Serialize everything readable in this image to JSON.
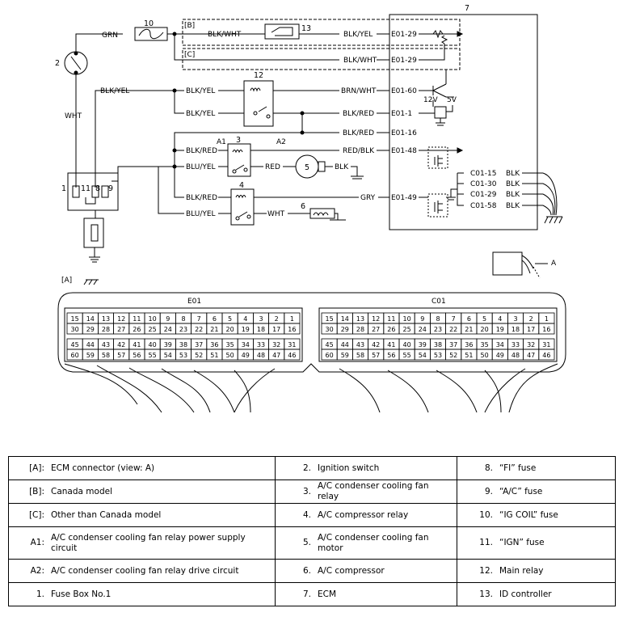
{
  "diagram": {
    "wire_labels": {
      "grn": "GRN",
      "wht": "WHT",
      "blk_yel": "BLK/YEL",
      "blk_wht": "BLK/WHT",
      "brn_wht": "BRN/WHT",
      "blk_red": "BLK/RED",
      "red_blk": "RED/BLK",
      "blu_yel": "BLU/YEL",
      "red": "RED",
      "blk": "BLK",
      "gry": "GRY"
    },
    "terminals": {
      "e01_29": "E01-29",
      "e01_60": "E01-60",
      "e01_1": "E01-1",
      "e01_16": "E01-16",
      "e01_48": "E01-48",
      "e01_49": "E01-49",
      "c01_15": "C01-15",
      "c01_30": "C01-30",
      "c01_29": "C01-29",
      "c01_58": "C01-58"
    },
    "callouts": {
      "b": "[B]",
      "c": "[C]",
      "a": "[A]",
      "a1": "A1",
      "a2": "A2",
      "a_view": "A",
      "n1": "1",
      "n2": "2",
      "n3": "3",
      "n4": "4",
      "n5": "5",
      "n6": "6",
      "n7": "7",
      "n8": "8",
      "n9": "9",
      "n10": "10",
      "n11": "11",
      "n12": "12",
      "n13": "13"
    },
    "volt": {
      "v12": "12V",
      "v5": "5V"
    },
    "connectors": [
      {
        "name": "E01",
        "rows": [
          [
            "15",
            "14",
            "13",
            "12",
            "11",
            "10",
            "9",
            "8",
            "7",
            "6",
            "5",
            "4",
            "3",
            "2",
            "1"
          ],
          [
            "30",
            "29",
            "28",
            "27",
            "26",
            "25",
            "24",
            "23",
            "22",
            "21",
            "20",
            "19",
            "18",
            "17",
            "16"
          ],
          [
            "45",
            "44",
            "43",
            "42",
            "41",
            "40",
            "39",
            "38",
            "37",
            "36",
            "35",
            "34",
            "33",
            "32",
            "31"
          ],
          [
            "60",
            "59",
            "58",
            "57",
            "56",
            "55",
            "54",
            "53",
            "52",
            "51",
            "50",
            "49",
            "48",
            "47",
            "46"
          ]
        ]
      },
      {
        "name": "C01",
        "rows": [
          [
            "15",
            "14",
            "13",
            "12",
            "11",
            "10",
            "9",
            "8",
            "7",
            "6",
            "5",
            "4",
            "3",
            "2",
            "1"
          ],
          [
            "30",
            "29",
            "28",
            "27",
            "26",
            "25",
            "24",
            "23",
            "22",
            "21",
            "20",
            "19",
            "18",
            "17",
            "16"
          ],
          [
            "45",
            "44",
            "43",
            "42",
            "41",
            "40",
            "39",
            "38",
            "37",
            "36",
            "35",
            "34",
            "33",
            "32",
            "31"
          ],
          [
            "60",
            "59",
            "58",
            "57",
            "56",
            "55",
            "54",
            "53",
            "52",
            "51",
            "50",
            "49",
            "48",
            "47",
            "46"
          ]
        ]
      }
    ]
  },
  "legend": [
    [
      {
        "code": "[A]:",
        "desc": "ECM connector (view: A)"
      },
      {
        "code": "2.",
        "desc": "Ignition switch"
      },
      {
        "code": "8.",
        "desc": "“FI” fuse"
      }
    ],
    [
      {
        "code": "[B]:",
        "desc": "Canada model"
      },
      {
        "code": "3.",
        "desc": "A/C condenser cooling fan relay"
      },
      {
        "code": "9.",
        "desc": "“A/C” fuse"
      }
    ],
    [
      {
        "code": "[C]:",
        "desc": "Other than Canada model"
      },
      {
        "code": "4.",
        "desc": "A/C compressor relay"
      },
      {
        "code": "10.",
        "desc": "“IG COIL” fuse"
      }
    ],
    [
      {
        "code": "A1:",
        "desc": "A/C condenser cooling fan relay power supply circuit"
      },
      {
        "code": "5.",
        "desc": "A/C condenser cooling fan motor"
      },
      {
        "code": "11.",
        "desc": "“IGN” fuse"
      }
    ],
    [
      {
        "code": "A2:",
        "desc": "A/C condenser cooling fan relay drive circuit"
      },
      {
        "code": "6.",
        "desc": "A/C compressor"
      },
      {
        "code": "12.",
        "desc": "Main relay"
      }
    ],
    [
      {
        "code": "1.",
        "desc": "Fuse Box No.1"
      },
      {
        "code": "7.",
        "desc": "ECM"
      },
      {
        "code": "13.",
        "desc": "ID controller"
      }
    ]
  ]
}
